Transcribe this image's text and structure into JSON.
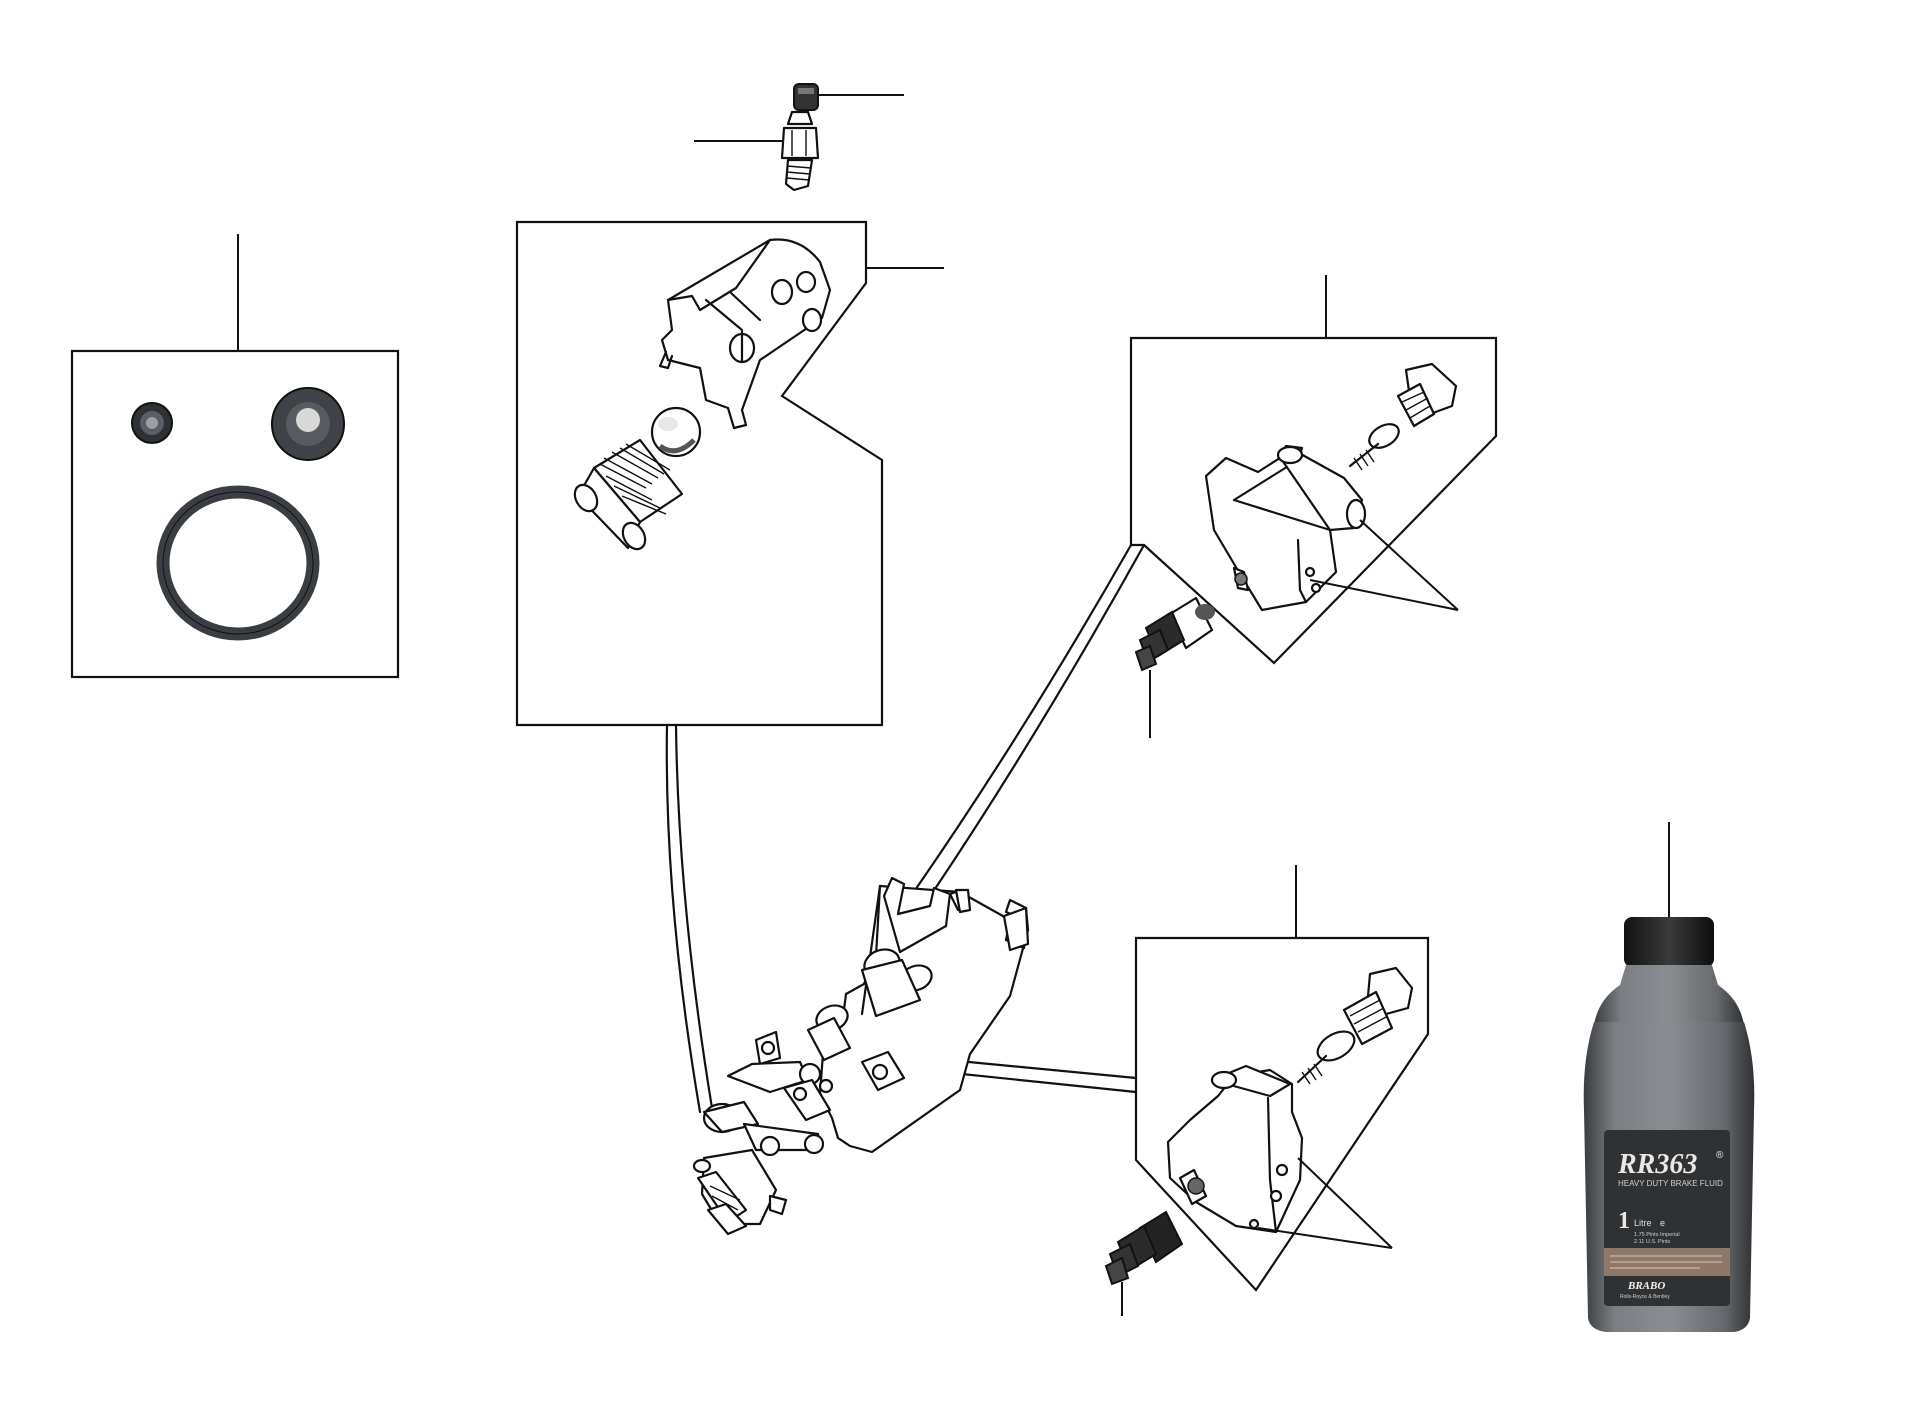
{
  "brake_fluid_bottle": {
    "brand": "RR363",
    "registered_mark": "®",
    "subtitle": "HEAVY DUTY BRAKE FLUID",
    "volume_number": "1",
    "volume_unit": "Litre",
    "volume_symbol": "e",
    "imperial": "1.75 Pints Imperial",
    "us": "2.11 U.S. Pints",
    "maker": "BRABO",
    "maker_sub": "Rolls-Royce & Bentley"
  },
  "colors": {
    "line": "#111111",
    "seal_dark": "#3d4146",
    "bottle_body": "#6a6d72",
    "bottle_label": "#2f3133",
    "label_band": "#8e7868"
  }
}
